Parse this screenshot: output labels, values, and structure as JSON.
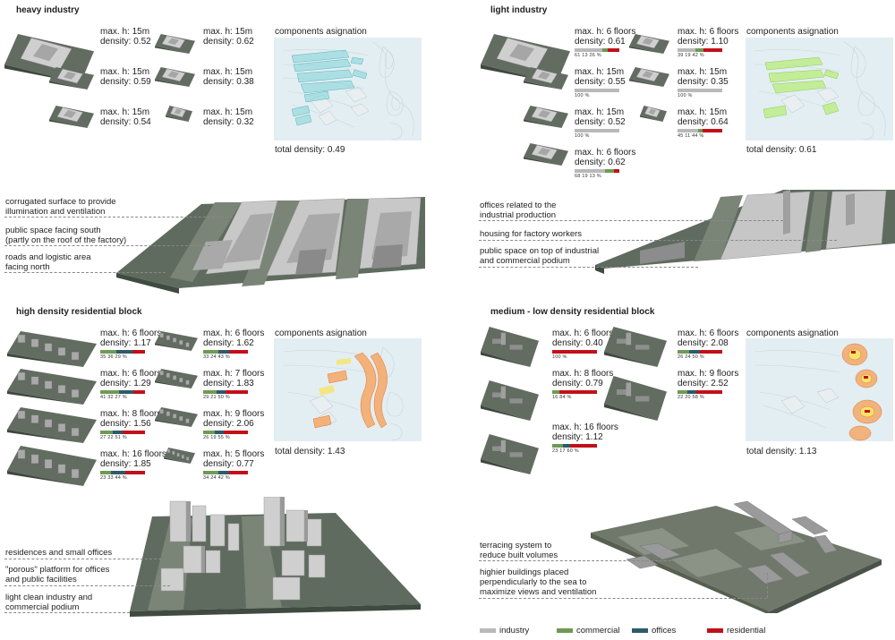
{
  "colors": {
    "industry": "#b9b9b9",
    "commercial": "#6f9a54",
    "offices": "#2e5a6a",
    "residential": "#c2101a"
  },
  "heavy": {
    "title": "heavy industry",
    "items": [
      {
        "h": "max. h: 15m",
        "d": "density: 0.52"
      },
      {
        "h": "max. h: 15m",
        "d": "density: 0.62"
      },
      {
        "h": "max. h: 15m",
        "d": "density: 0.59"
      },
      {
        "h": "max. h: 15m",
        "d": "density: 0.38"
      },
      {
        "h": "max. h: 15m",
        "d": "density: 0.54"
      },
      {
        "h": "max. h: 15m",
        "d": "density: 0.32"
      }
    ],
    "components": "components asignation",
    "total": "total density: 0.49",
    "annotations": [
      "corrugated surface to provide\nillumination and ventilation",
      "public space facing south\n(partly on the roof of the factory)",
      "roads and logistic area\nfacing north"
    ]
  },
  "light": {
    "title": "light industry",
    "items": [
      {
        "h": "max. h: 6 floors",
        "d": "density: 0.61",
        "pct": "61  13 26 %",
        "mix": [
          0.61,
          0.13,
          0,
          0.26
        ]
      },
      {
        "h": "max. h: 6 floors",
        "d": "density: 1.10",
        "pct": "39  19  42 %",
        "mix": [
          0.39,
          0.19,
          0,
          0.42
        ]
      },
      {
        "h": "max. h: 15m",
        "d": "density: 0.55",
        "pct": "100 %",
        "mix": [
          1,
          0,
          0,
          0
        ]
      },
      {
        "h": "max. h: 15m",
        "d": "density: 0.35",
        "pct": "100 %",
        "mix": [
          1,
          0,
          0,
          0
        ]
      },
      {
        "h": "max. h: 15m",
        "d": "density: 0.52",
        "pct": "100 %",
        "mix": [
          1,
          0,
          0,
          0
        ]
      },
      {
        "h": "max. h: 15m",
        "d": "density: 0.64",
        "pct": "45  11  44 %",
        "mix": [
          0.45,
          0.11,
          0,
          0.44
        ]
      },
      {
        "h": "max. h: 6 floors",
        "d": "density: 0.62",
        "pct": "68  19 13 %",
        "mix": [
          0.68,
          0.19,
          0,
          0.13
        ]
      }
    ],
    "components": "components asignation",
    "total": "total density: 0.61",
    "annotations": [
      "offices related to the\nindustrial production",
      "housing for factory workers",
      "public space on top of industrial\nand commercial podium"
    ]
  },
  "high": {
    "title": "high density residential block",
    "items": [
      {
        "h": "max. h: 6 floors",
        "d": "density: 1.17",
        "pct": "35   36   29 %",
        "mix": [
          0,
          0.35,
          0.36,
          0.29
        ]
      },
      {
        "h": "max. h: 6 floors",
        "d": "density: 1.62",
        "pct": "33  24   43 %",
        "mix": [
          0,
          0.33,
          0.24,
          0.43
        ]
      },
      {
        "h": "max. h: 6 floors",
        "d": "density: 1.29",
        "pct": "41   32  27 %",
        "mix": [
          0,
          0.41,
          0.32,
          0.27
        ]
      },
      {
        "h": "max. h: 7 floors",
        "d": "density: 1.83",
        "pct": "29 21   50 %",
        "mix": [
          0,
          0.29,
          0.21,
          0.5
        ]
      },
      {
        "h": "max. h: 8 floors",
        "d": "density: 1.56",
        "pct": "27 22   51 %",
        "mix": [
          0,
          0.27,
          0.22,
          0.51
        ]
      },
      {
        "h": "max. h: 9 floors",
        "d": "density: 2.06",
        "pct": "26 19   55 %",
        "mix": [
          0,
          0.26,
          0.19,
          0.55
        ]
      },
      {
        "h": "max. h: 16 floors",
        "d": "density: 1.85",
        "pct": "23  33   44 %",
        "mix": [
          0,
          0.23,
          0.33,
          0.44
        ]
      },
      {
        "h": "max. h: 5 floors",
        "d": "density: 0.77",
        "pct": "34  24   42 %",
        "mix": [
          0,
          0.34,
          0.24,
          0.42
        ]
      }
    ],
    "components": "components asignation",
    "total": "total density: 1.43",
    "annotations": [
      "residences and small offices",
      "\"porous\" platform for offices\nand public facilities",
      "light clean industry and\ncommercial podium"
    ]
  },
  "medium": {
    "title": "medium - low density residential block",
    "items": [
      {
        "h": "max. h: 6 floors",
        "d": "density: 0.40",
        "pct": "100 %",
        "mix": [
          0,
          0,
          0,
          1
        ]
      },
      {
        "h": "max. h: 6 floors",
        "d": "density: 2.08",
        "pct": "26 24   50 %",
        "mix": [
          0,
          0.26,
          0.24,
          0.5
        ]
      },
      {
        "h": "max. h: 8 floors",
        "d": "density: 0.79",
        "pct": "16    84 %",
        "mix": [
          0,
          0.16,
          0,
          0.84
        ]
      },
      {
        "h": "max. h: 9 floors",
        "d": "density: 2.52",
        "pct": "22 20   58 %",
        "mix": [
          0,
          0.22,
          0.2,
          0.58
        ]
      },
      {
        "h": "max. h: 16 floors",
        "d": "density: 1.12",
        "pct": "23 17   60 %",
        "mix": [
          0,
          0.23,
          0.17,
          0.6
        ]
      }
    ],
    "components": "components asignation",
    "total": "total density: 1.13",
    "annotations": [
      "terracing system to\nreduce built volumes",
      "highier buildings placed\nperpendicularly to the sea to\nmaximize views and ventilation"
    ]
  },
  "legend": [
    "industry",
    "commercial",
    "offices",
    "residential"
  ]
}
